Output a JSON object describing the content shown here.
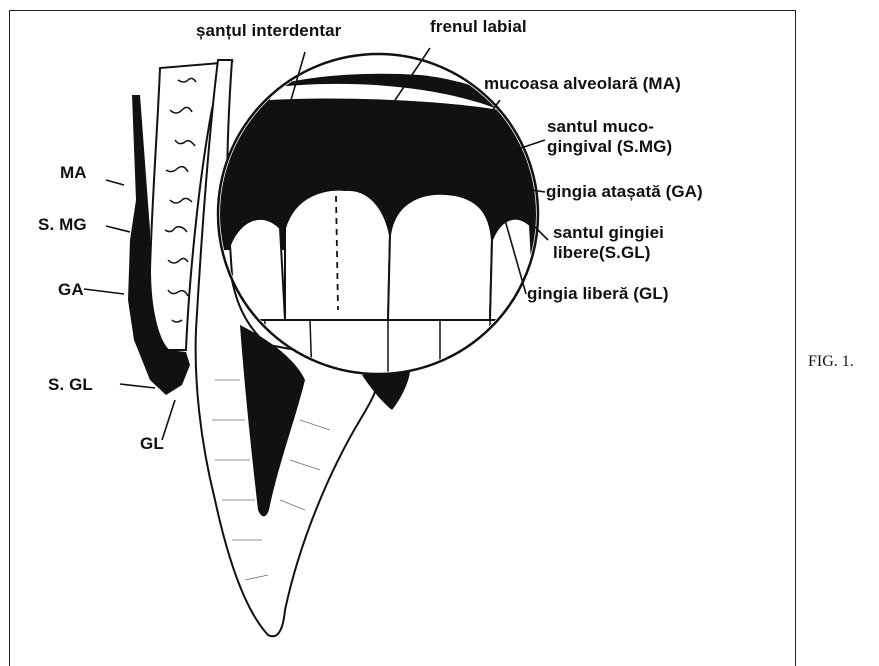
{
  "labels": {
    "santul_interdentar": "șanțul interdentar",
    "frenul_labial": "frenul labial",
    "mucoasa_alveolara": "mucoasa alveolară (MA)",
    "santul_muco_1": "santul muco-",
    "santul_muco_2": "gingival (S.MG)",
    "gingia_atasata": "gingia atașată (GA)",
    "santul_gingiei_1": "santul gingiei",
    "santul_gingiei_2": "libere(S.GL)",
    "gingia_libera": "gingia liberă (GL)",
    "ma": "MA",
    "smg": "S. MG",
    "ga": "GA",
    "sgl": "S. GL",
    "gl": "GL"
  },
  "figure_caption": "FIG. 1.",
  "colors": {
    "ink": "#111111",
    "paper": "#ffffff"
  }
}
